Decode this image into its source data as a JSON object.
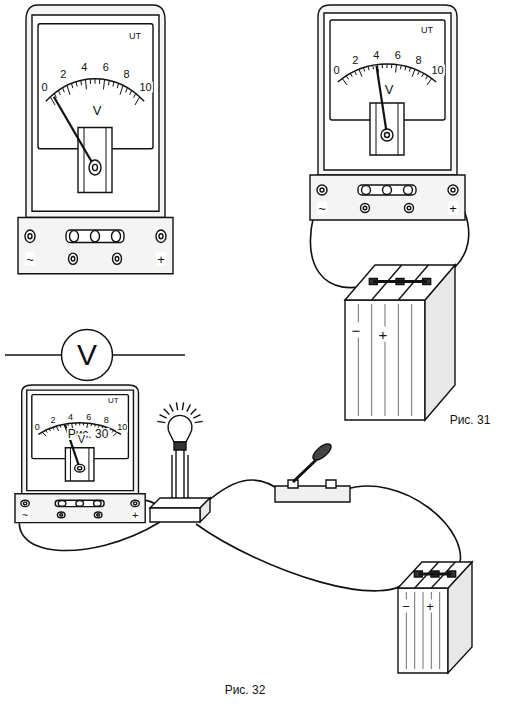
{
  "diagram": {
    "nodes": [
      {
        "text": [
          "V"
        ]
      }
    ],
    "labels": [
      "UT",
      "0",
      "2",
      "4",
      "6",
      "8",
      "10",
      "V",
      "~",
      "+",
      "Рис. 30",
      "UT",
      "0",
      "2",
      "4",
      "6",
      "8",
      "10",
      "V",
      "~",
      "+",
      "−",
      "+",
      "Рис. 31",
      "UT",
      "0",
      "2",
      "4",
      "6",
      "8",
      "10",
      "V",
      "~",
      "+",
      "−",
      "+",
      "Рис. 32"
    ]
  }
}
